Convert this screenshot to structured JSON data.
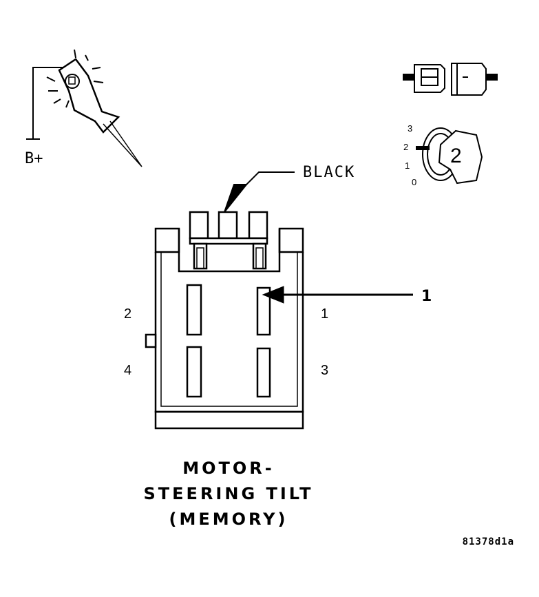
{
  "labels": {
    "power": "B+",
    "wire_color": "BLACK",
    "callout": "1"
  },
  "pins": [
    "2",
    "1",
    "4",
    "3"
  ],
  "title": [
    "MOTOR-",
    "STEERING TILT",
    "(MEMORY)"
  ],
  "figure_code": "81378d1a",
  "ignition": {
    "positions": [
      "3",
      "2",
      "1",
      "0"
    ],
    "key_number": "2"
  },
  "icons": [
    "test-light-icon",
    "connector-disconnect-icon",
    "ignition-key-icon"
  ],
  "colors": {
    "line": "#000000",
    "background": "#ffffff"
  }
}
